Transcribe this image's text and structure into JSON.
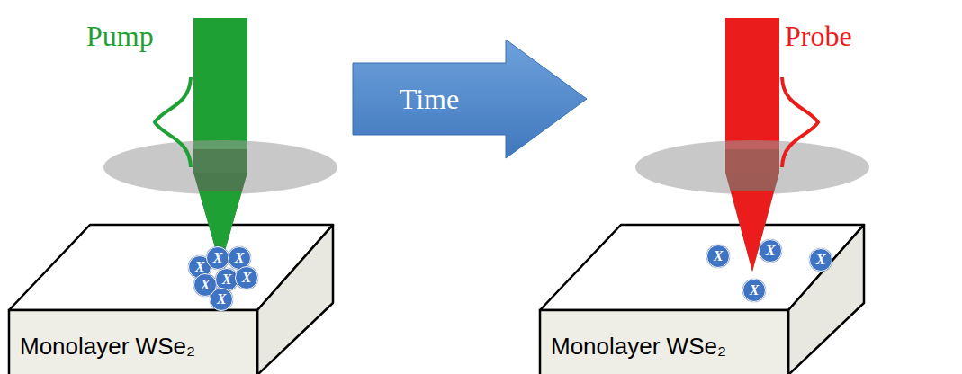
{
  "diagram": {
    "nodes": [
      {
        "text": [
          "Monolayer WSe₂"
        ]
      },
      {
        "text": [
          "X"
        ],
        "in": 0
      },
      {
        "text": [
          "X"
        ],
        "in": 0
      },
      {
        "text": [
          "X"
        ],
        "in": 0
      },
      {
        "text": [
          "X"
        ],
        "in": 0
      },
      {
        "text": [
          "X"
        ],
        "in": 0
      },
      {
        "text": [
          "X"
        ],
        "in": 0
      },
      {
        "text": [
          "X"
        ],
        "in": 0
      },
      {
        "text": [
          "Time"
        ]
      },
      {
        "text": [
          "Monolayer WSe₂"
        ]
      },
      {
        "text": [
          "X"
        ],
        "in": 9
      },
      {
        "text": [
          "X"
        ],
        "in": 9
      },
      {
        "text": [
          "X"
        ],
        "in": 9
      },
      {
        "text": [
          "X"
        ],
        "in": 9
      }
    ],
    "labels": [
      "Pump",
      "Probe"
    ]
  }
}
